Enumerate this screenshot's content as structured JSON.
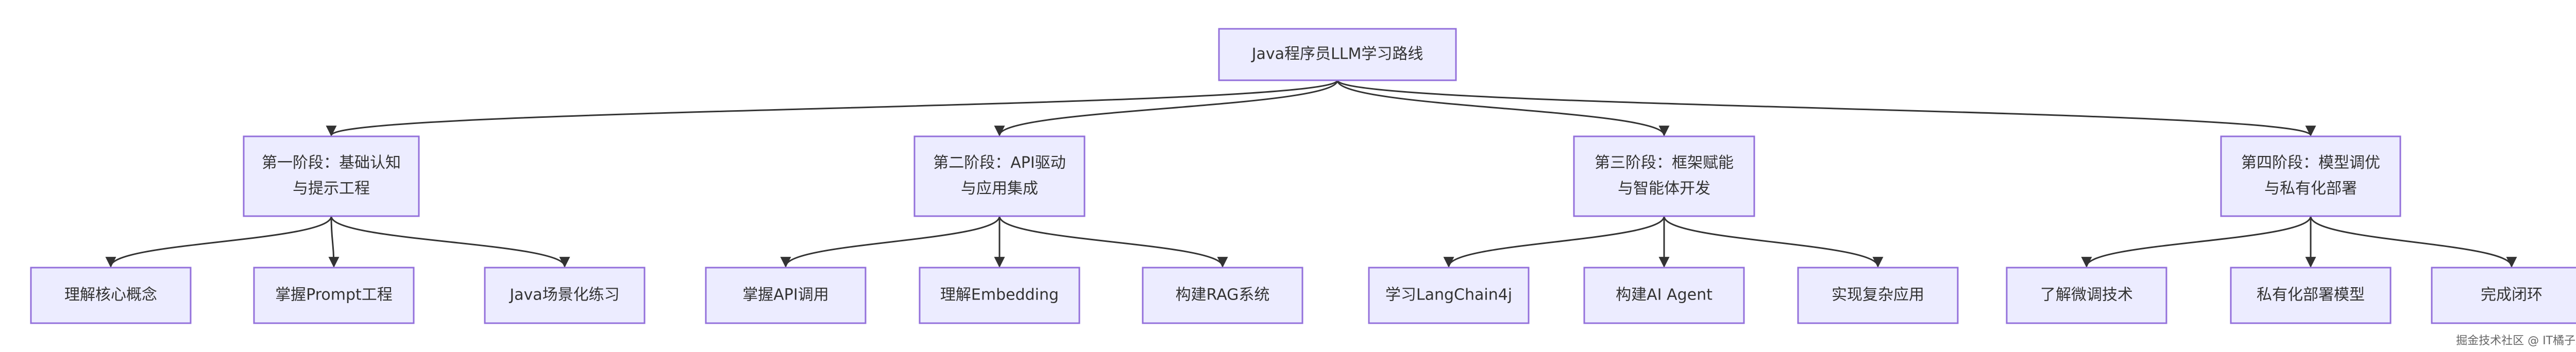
{
  "root": {
    "label": "Java程序员LLM学习路线"
  },
  "stages": [
    {
      "lines": [
        "第一阶段：基础认知",
        "与提示工程"
      ],
      "children": [
        "理解核心概念",
        "掌握Prompt工程",
        "Java场景化练习"
      ]
    },
    {
      "lines": [
        "第二阶段：API驱动",
        "与应用集成"
      ],
      "children": [
        "掌握API调用",
        "理解Embedding",
        "构建RAG系统"
      ]
    },
    {
      "lines": [
        "第三阶段：框架赋能",
        "与智能体开发"
      ],
      "children": [
        "学习LangChain4j",
        "构建AI Agent",
        "实现复杂应用"
      ]
    },
    {
      "lines": [
        "第四阶段：模型调优",
        "与私有化部署"
      ],
      "children": [
        "了解微调技术",
        "私有化部署模型",
        "完成闭环"
      ]
    }
  ],
  "watermark": "掘金技术社区 @ IT橘子皮"
}
